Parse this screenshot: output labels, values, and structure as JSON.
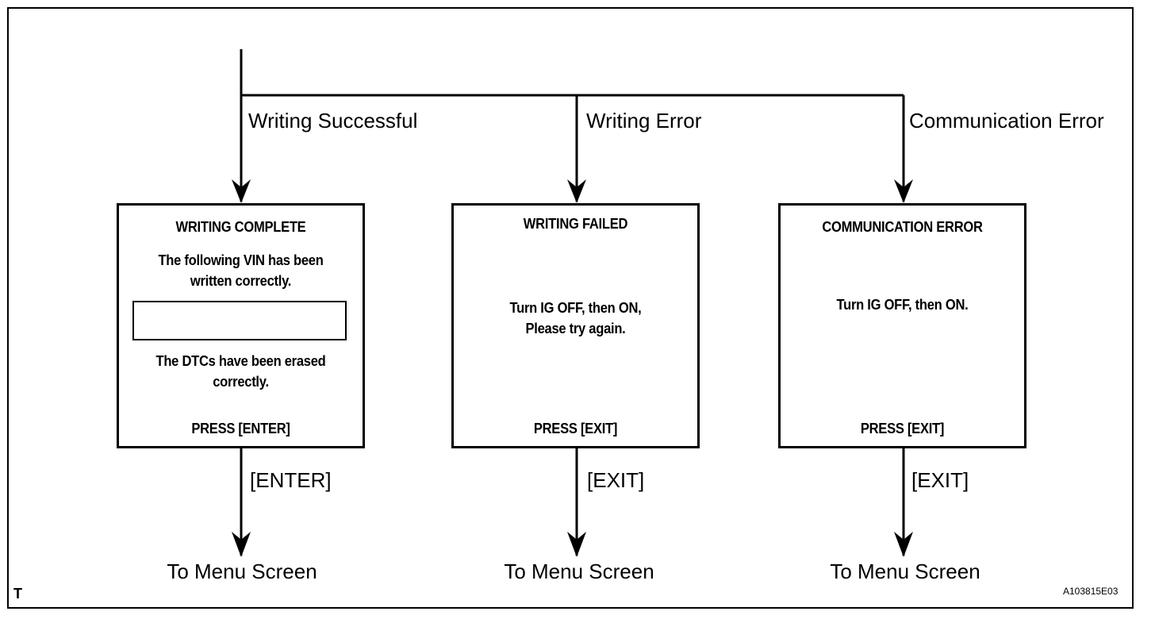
{
  "branches": [
    {
      "condition": "Writing Successful",
      "screen": {
        "title": "WRITING COMPLETE",
        "message_1": "The following VIN has been",
        "message_2": "written correctly.",
        "message_3": "The DTCs have been erased",
        "message_4": "correctly.",
        "prompt": "PRESS [ENTER]"
      },
      "key": "[ENTER]",
      "destination": "To Menu Screen"
    },
    {
      "condition": "Writing Error",
      "screen": {
        "title": "WRITING  FAILED",
        "message_1": "Turn IG OFF, then ON,",
        "message_2": "Please try again.",
        "prompt": "PRESS [EXIT]"
      },
      "key": "[EXIT]",
      "destination": "To Menu Screen"
    },
    {
      "condition": "Communication Error",
      "screen": {
        "title": "COMMUNICATION ERROR",
        "message_1": "Turn IG OFF, then ON.",
        "prompt": "PRESS [EXIT]"
      },
      "key": "[EXIT]",
      "destination": "To Menu Screen"
    }
  ],
  "corner_tag": "T",
  "figure_id": "A103815E03"
}
